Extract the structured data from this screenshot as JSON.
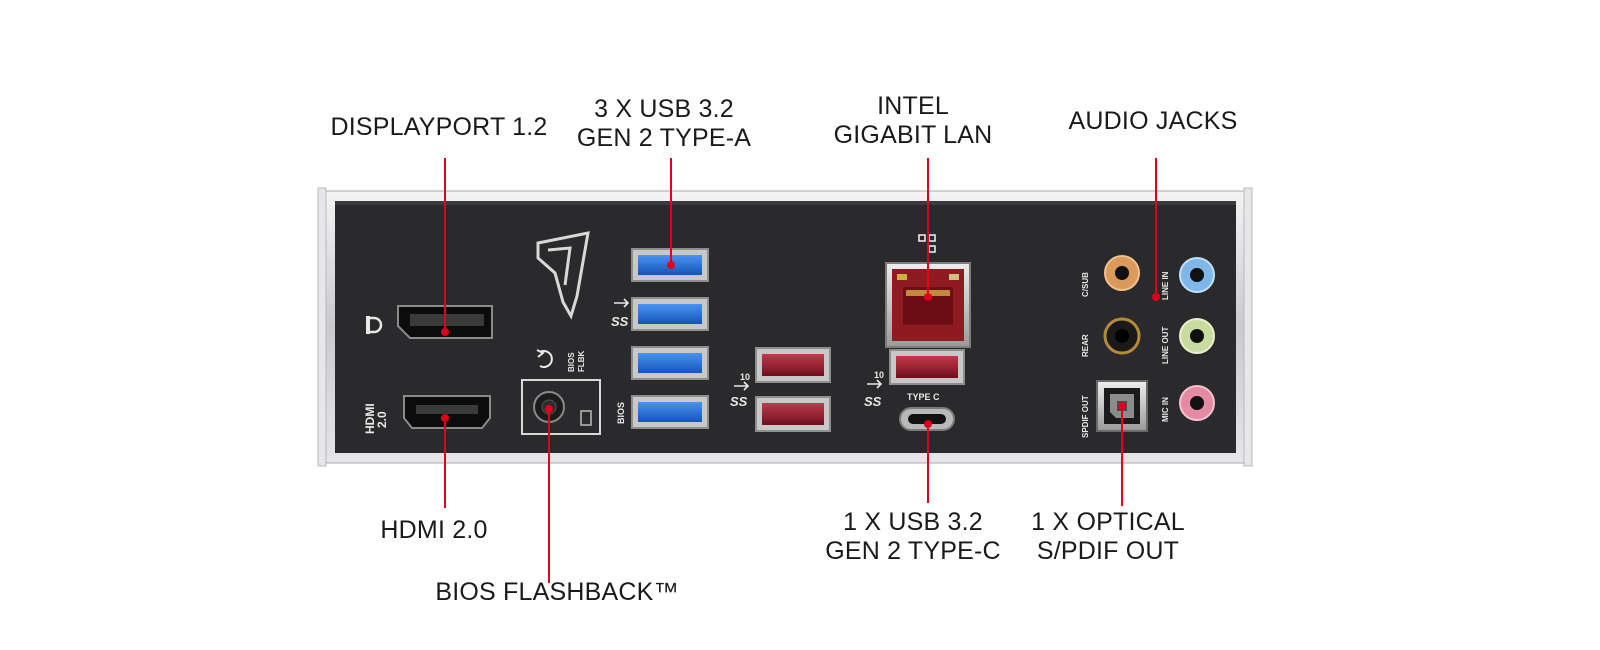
{
  "labels": {
    "displayport": "DISPLAYPORT 1.2",
    "usb_a": [
      "3 X USB 3.2",
      "GEN 2 TYPE-A"
    ],
    "lan": [
      "INTEL",
      "GIGABIT LAN"
    ],
    "audio": "AUDIO JACKS",
    "hdmi": "HDMI 2.0",
    "bios": "BIOS FLASHBACK™",
    "usb_c": [
      "1 X USB 3.2",
      "GEN 2 TYPE-C"
    ],
    "optical": [
      "1 X OPTICAL",
      "S/PDIF OUT"
    ]
  },
  "silkscreen": {
    "hdmi": "HDMI",
    "hdmi_ver": "2.0",
    "bios_btn": "BIOS",
    "bios_flbk_1": "BIOS",
    "bios_flbk_2": "FLBK",
    "ss10_left": "10",
    "ss10_right": "10",
    "type_c": "TYPE C",
    "c_sub": "C/SUB",
    "rear": "REAR",
    "spdif_out": "SPDIF OUT",
    "line_in": "LINE IN",
    "line_out": "LINE OUT",
    "mic_in": "MIC IN"
  },
  "colors": {
    "leader": "#e0001b",
    "panel": "#2a2a2c",
    "frame": "#cfd0d2",
    "usb_blue": "#1f6fd6",
    "usb_red": "#9c1b2b",
    "jack_orange": "#d99a5b",
    "jack_black": "#1a1a1a",
    "jack_blue": "#7fb7e8",
    "jack_green": "#c9dca0",
    "jack_pink": "#e58aa3"
  }
}
